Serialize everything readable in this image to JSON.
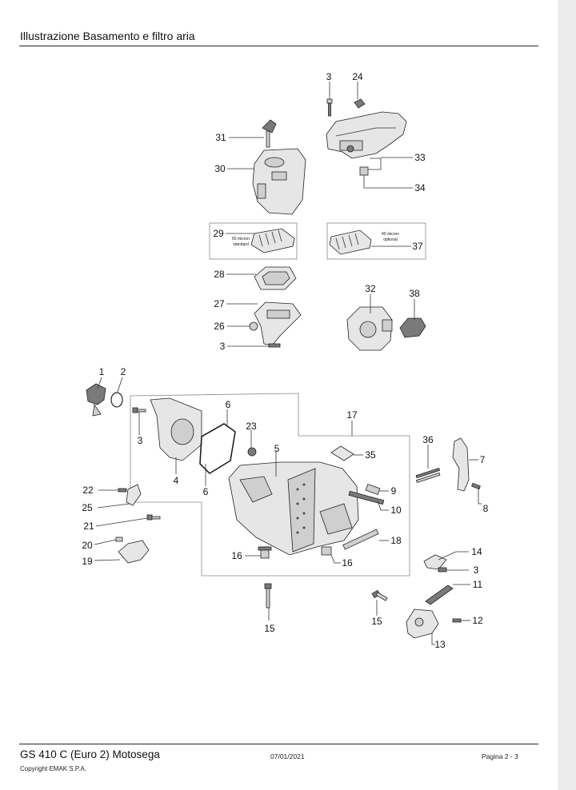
{
  "header": {
    "title": "Illustrazione  Basamento e filtro aria"
  },
  "footer": {
    "model": "GS 410 C (Euro 2) Motosega",
    "copyright": "Copyright EMAK S.P.A.",
    "date": "07/01/2021",
    "page": "Pagina 2 - 3"
  },
  "diagram": {
    "filter_standard_note": [
      "60 micron",
      "standard"
    ],
    "filter_optional_note": [
      "40 micron",
      "optional"
    ],
    "part_labels": {
      "p1": "1",
      "p2": "2",
      "p3a": "3",
      "p3b": "3",
      "p3c": "3",
      "p3d": "3",
      "p4": "4",
      "p5": "5",
      "p6a": "6",
      "p6b": "6",
      "p7": "7",
      "p8": "8",
      "p9": "9",
      "p10": "10",
      "p11": "11",
      "p12": "12",
      "p13": "13",
      "p14": "14",
      "p15a": "15",
      "p15b": "15",
      "p16a": "16",
      "p16b": "16",
      "p17": "17",
      "p18": "18",
      "p19": "19",
      "p20": "20",
      "p21": "21",
      "p22": "22",
      "p23": "23",
      "p24": "24",
      "p25": "25",
      "p26": "26",
      "p27": "27",
      "p28": "28",
      "p29": "29",
      "p30": "30",
      "p31": "31",
      "p32": "32",
      "p33": "33",
      "p34": "34",
      "p35": "35",
      "p36": "36",
      "p37": "37",
      "p38": "38"
    }
  }
}
